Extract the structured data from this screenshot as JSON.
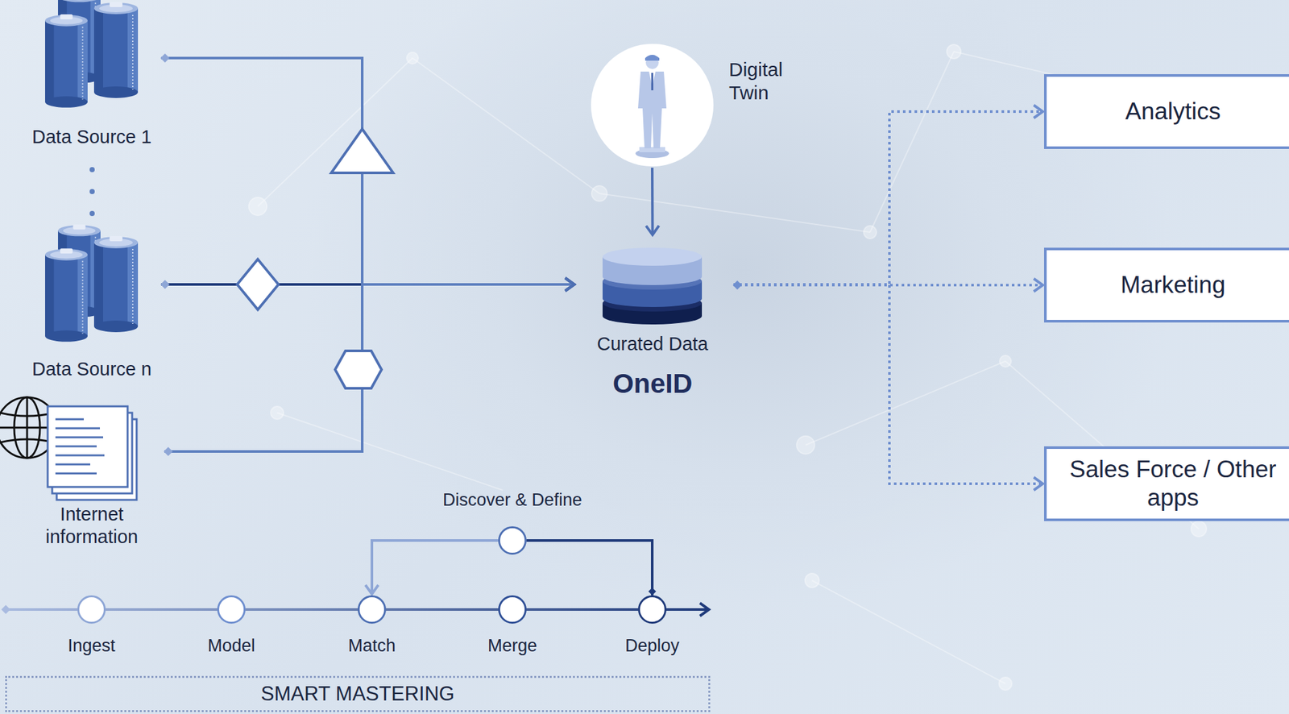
{
  "diagram": {
    "nodes": [
      {
        "text": [
          "Data Source 1"
        ]
      },
      {
        "text": [
          "Data Source n"
        ]
      },
      {
        "text": [
          "Internet information"
        ]
      },
      {
        "text": [
          "Digital Twin"
        ]
      },
      {
        "text": [
          "Curated Data",
          "OneID"
        ]
      },
      {
        "text": [
          "Analytics"
        ]
      },
      {
        "text": [
          "Marketing"
        ]
      },
      {
        "text": [
          "Sales Force / Other apps"
        ]
      },
      {
        "text": [
          "Discover & Define"
        ]
      },
      {
        "text": [
          "Ingest"
        ]
      },
      {
        "text": [
          "Model"
        ]
      },
      {
        "text": [
          "Match"
        ]
      },
      {
        "text": [
          "Merge"
        ]
      },
      {
        "text": [
          "Deploy"
        ]
      },
      {
        "text": [
          "SMART MASTERING"
        ]
      }
    ],
    "edges": [
      {
        "from": 0,
        "to": 4,
        "arrow": "to"
      },
      {
        "from": 1,
        "to": 4,
        "arrow": "to"
      },
      {
        "from": 2,
        "to": 4,
        "arrow": "to"
      },
      {
        "from": 3,
        "to": 4,
        "arrow": "to"
      },
      {
        "from": 4,
        "to": 5,
        "arrow": "to"
      },
      {
        "from": 4,
        "to": 6,
        "arrow": "to"
      },
      {
        "from": 4,
        "to": 7,
        "arrow": "to"
      },
      {
        "from": 9,
        "to": 10,
        "arrow": "none"
      },
      {
        "from": 10,
        "to": 11,
        "arrow": "none"
      },
      {
        "from": 11,
        "to": 12,
        "arrow": "none"
      },
      {
        "from": 12,
        "to": 13,
        "arrow": "none"
      },
      {
        "from": 13,
        "to": 8,
        "arrow": "none"
      },
      {
        "from": 8,
        "to": 11,
        "arrow": "to"
      }
    ]
  }
}
